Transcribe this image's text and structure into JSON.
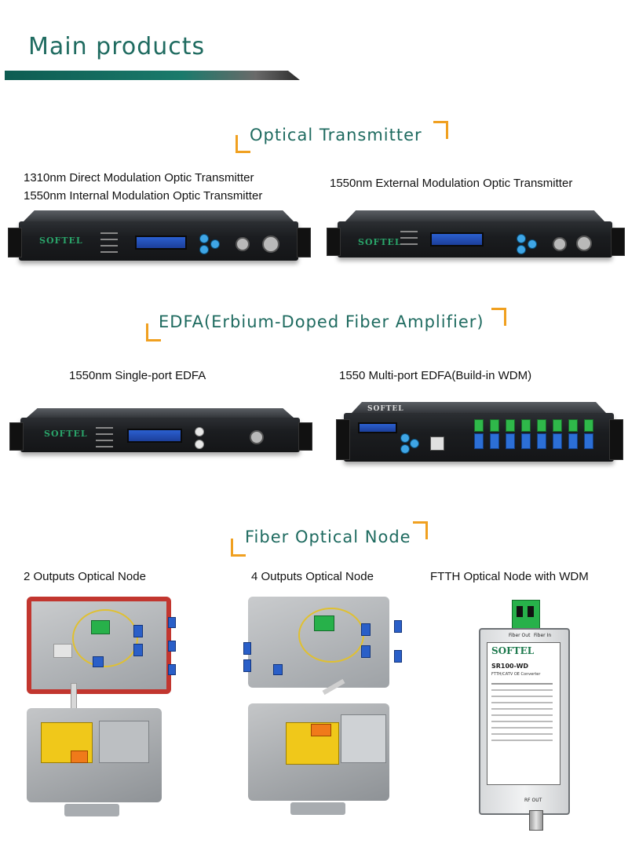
{
  "header": {
    "title": "Main products"
  },
  "sections": {
    "transmitter": {
      "title": "Optical Transmitter",
      "products": [
        {
          "label_line1": "1310nm Direct Modulation Optic Transmitter",
          "label_line2": "1550nm Internal Modulation Optic Transmitter"
        },
        {
          "label_line1": "1550nm External Modulation Optic Transmitter"
        }
      ]
    },
    "edfa": {
      "title": "EDFA(Erbium-Doped Fiber Amplifier)",
      "products": [
        {
          "label": "1550nm Single-port EDFA"
        },
        {
          "label": "1550 Multi-port EDFA(Build-in WDM)"
        }
      ]
    },
    "node": {
      "title": "Fiber Optical Node",
      "products": [
        {
          "label": "2 Outputs Optical Node"
        },
        {
          "label": "4 Outputs Optical Node"
        },
        {
          "label": "FTTH Optical  Node with WDM"
        }
      ]
    }
  },
  "device_text": {
    "brand": "SOFTEL",
    "ftth_brand": "SOFTEL",
    "ftth_model": "SR100-WD",
    "ftth_sub": "FTTH/CATV OE Converter",
    "ftth_fiber_out": "Fiber Out",
    "ftth_fiber_in": "Fiber In",
    "ftth_rf_out": "RF OUT"
  },
  "colors": {
    "accent": "#1f6b60",
    "bracket": "#f0a020",
    "brand_green": "#2aa56a"
  }
}
